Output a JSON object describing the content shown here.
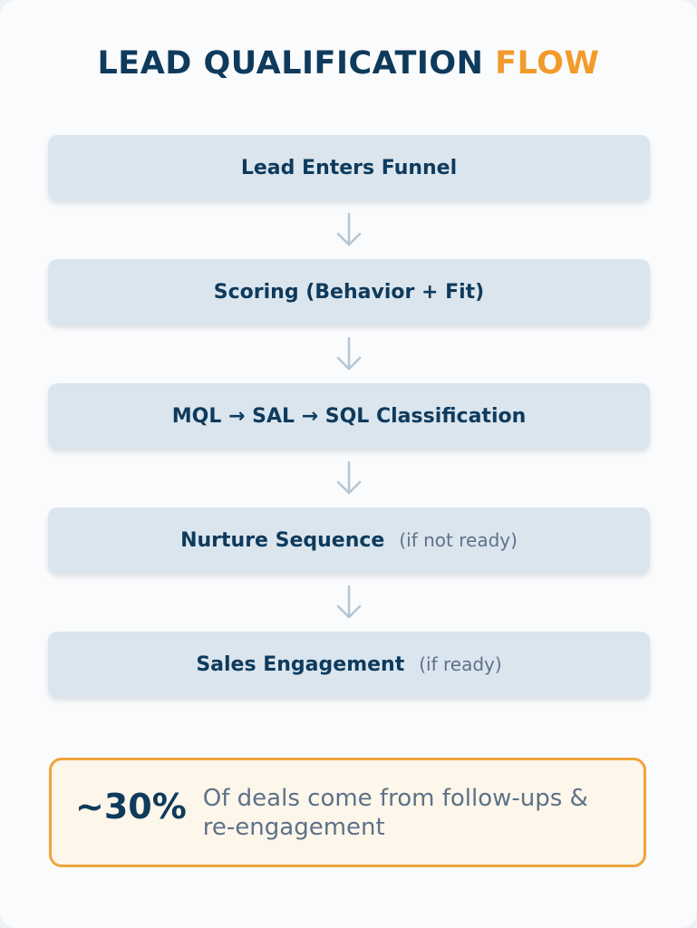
{
  "title": {
    "main": "LEAD QUALIFICATION",
    "accent": "FLOW"
  },
  "colors": {
    "navy": "#0e3a5c",
    "accent_orange": "#f29b2b",
    "step_fill": "#dae5ee",
    "arrow": "#b5c5d3",
    "stat_border": "#f0a43c",
    "stat_fill": "#fdf6ea"
  },
  "steps": [
    {
      "label": "Lead Enters Funnel",
      "note": ""
    },
    {
      "label": "Scoring (Behavior + Fit)",
      "note": ""
    },
    {
      "label": "MQL → SAL → SQL Classification",
      "note": ""
    },
    {
      "label": "Nurture Sequence",
      "note": "(if not ready)"
    },
    {
      "label": "Sales Engagement",
      "note": "(if ready)"
    }
  ],
  "connector_icon": "arrow-down-icon",
  "stat": {
    "value": "~30%",
    "text": "Of deals come from follow-ups & re-engagement"
  }
}
